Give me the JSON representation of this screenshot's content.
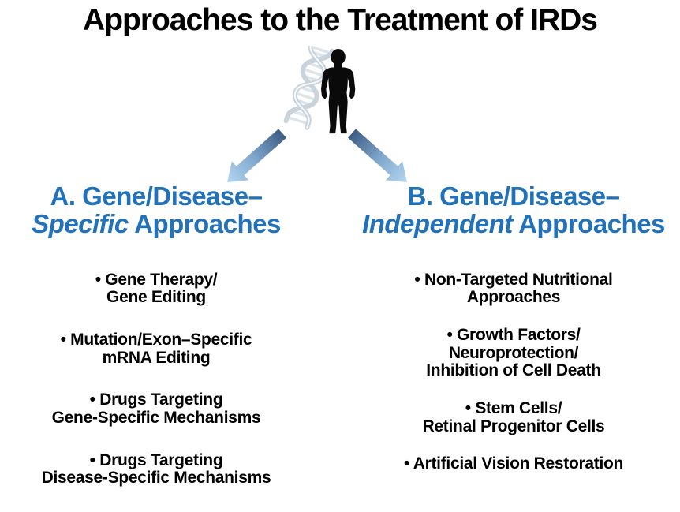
{
  "title": "Approaches to the Treatment of IRDs",
  "colors": {
    "heading_blue": "#2272b9",
    "text_black": "#000000",
    "arrow_gradient_dark": "#3e5c84",
    "arrow_gradient_mid": "#7fa6cc",
    "arrow_gradient_light": "#b4d7f0",
    "dna_pale_gray": "#c9d3db",
    "background": "#ffffff"
  },
  "icons": {
    "center_graphic": [
      "dna-helix-icon",
      "human-silhouette-icon"
    ],
    "left_arrow": "down-left-gradient-arrow-icon",
    "right_arrow": "down-right-gradient-arrow-icon"
  },
  "columns": [
    {
      "id": "A",
      "heading": {
        "line1": "A. Gene/Disease–",
        "italic": "Specific",
        "rest": " Approaches"
      },
      "items": [
        {
          "lines": [
            "• Gene Therapy/",
            "Gene Editing"
          ]
        },
        {
          "lines": [
            "• Mutation/Exon–Specific",
            "mRNA Editing"
          ]
        },
        {
          "lines": [
            "• Drugs Targeting",
            "Gene-Specific Mechanisms"
          ]
        },
        {
          "lines": [
            "• Drugs Targeting",
            "Disease-Specific Mechanisms"
          ]
        }
      ]
    },
    {
      "id": "B",
      "heading": {
        "line1": "B. Gene/Disease–",
        "italic": "Independent",
        "rest": " Approaches"
      },
      "items": [
        {
          "lines": [
            "• Non-Targeted Nutritional",
            "Approaches"
          ]
        },
        {
          "lines": [
            "• Growth Factors/",
            "Neuroprotection/",
            "Inhibition of Cell Death"
          ]
        },
        {
          "lines": [
            "• Stem Cells/",
            "Retinal Progenitor Cells"
          ]
        },
        {
          "lines": [
            "• Artificial Vision Restoration"
          ]
        }
      ]
    }
  ]
}
